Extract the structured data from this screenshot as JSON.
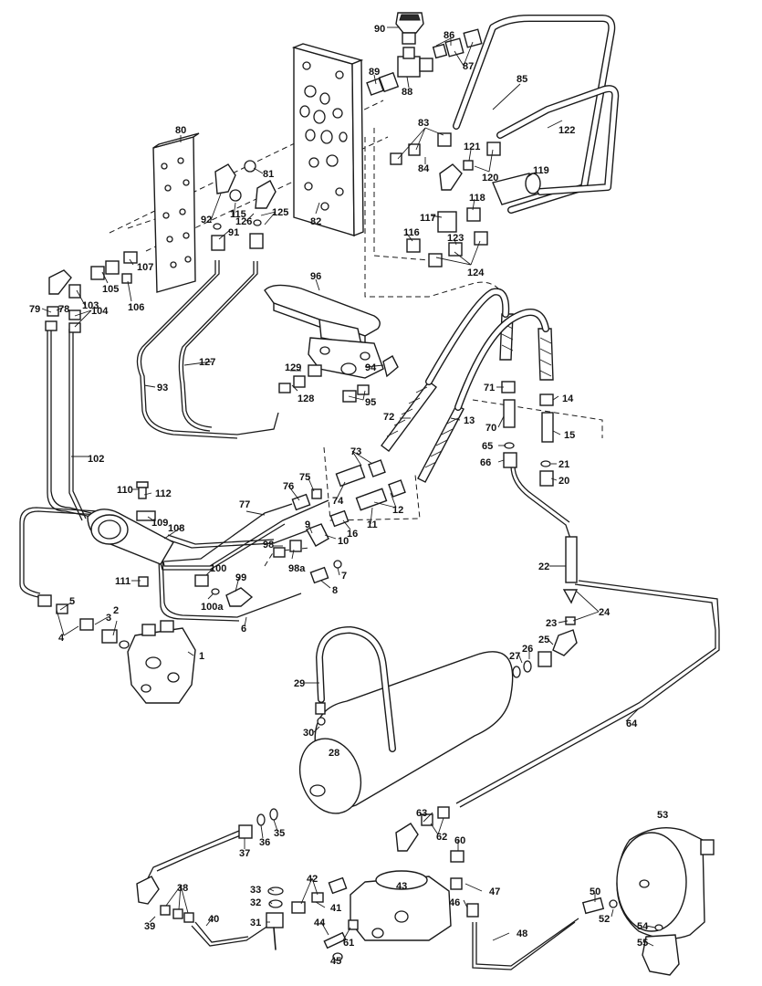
{
  "labels": [
    {
      "id": "l90",
      "text": "90"
    },
    {
      "id": "l86",
      "text": "86"
    },
    {
      "id": "l87",
      "text": "87"
    },
    {
      "id": "l89",
      "text": "89"
    },
    {
      "id": "l88",
      "text": "88"
    },
    {
      "id": "l85",
      "text": "85"
    },
    {
      "id": "l83",
      "text": "83"
    },
    {
      "id": "l84",
      "text": "84"
    },
    {
      "id": "l122",
      "text": "122"
    },
    {
      "id": "l121",
      "text": "121"
    },
    {
      "id": "l120",
      "text": "120"
    },
    {
      "id": "l119",
      "text": "119"
    },
    {
      "id": "l118",
      "text": "118"
    },
    {
      "id": "l117",
      "text": "117"
    },
    {
      "id": "l116",
      "text": "116"
    },
    {
      "id": "l123",
      "text": "123"
    },
    {
      "id": "l124",
      "text": "124"
    },
    {
      "id": "l80",
      "text": "80"
    },
    {
      "id": "l81",
      "text": "81"
    },
    {
      "id": "l82",
      "text": "82"
    },
    {
      "id": "l92",
      "text": "92"
    },
    {
      "id": "l115",
      "text": "115"
    },
    {
      "id": "l126",
      "text": "126"
    },
    {
      "id": "l125",
      "text": "125"
    },
    {
      "id": "l91",
      "text": "91"
    },
    {
      "id": "l107",
      "text": "107"
    },
    {
      "id": "l105",
      "text": "105"
    },
    {
      "id": "l106",
      "text": "106"
    },
    {
      "id": "l79",
      "text": "79"
    },
    {
      "id": "l78",
      "text": "78"
    },
    {
      "id": "l103",
      "text": "103"
    },
    {
      "id": "l104",
      "text": "104"
    },
    {
      "id": "l96",
      "text": "96"
    },
    {
      "id": "l127",
      "text": "127"
    },
    {
      "id": "l93",
      "text": "93"
    },
    {
      "id": "l129",
      "text": "129"
    },
    {
      "id": "l128",
      "text": "128"
    },
    {
      "id": "l94",
      "text": "94"
    },
    {
      "id": "l95",
      "text": "95"
    },
    {
      "id": "l71",
      "text": "71"
    },
    {
      "id": "l14",
      "text": "14"
    },
    {
      "id": "l72",
      "text": "72"
    },
    {
      "id": "l13",
      "text": "13"
    },
    {
      "id": "l70",
      "text": "70"
    },
    {
      "id": "l15",
      "text": "15"
    },
    {
      "id": "l65",
      "text": "65"
    },
    {
      "id": "l66",
      "text": "66"
    },
    {
      "id": "l21",
      "text": "21"
    },
    {
      "id": "l20",
      "text": "20"
    },
    {
      "id": "l102",
      "text": "102"
    },
    {
      "id": "l73",
      "text": "73"
    },
    {
      "id": "l76",
      "text": "76"
    },
    {
      "id": "l75",
      "text": "75"
    },
    {
      "id": "l74",
      "text": "74"
    },
    {
      "id": "l12",
      "text": "12"
    },
    {
      "id": "l110",
      "text": "110"
    },
    {
      "id": "l112",
      "text": "112"
    },
    {
      "id": "l77",
      "text": "77"
    },
    {
      "id": "l109",
      "text": "109"
    },
    {
      "id": "l108",
      "text": "108"
    },
    {
      "id": "l9",
      "text": "9"
    },
    {
      "id": "l16",
      "text": "16"
    },
    {
      "id": "l11",
      "text": "11"
    },
    {
      "id": "l10",
      "text": "10"
    },
    {
      "id": "l98",
      "text": "98"
    },
    {
      "id": "l98a",
      "text": "98a"
    },
    {
      "id": "l7",
      "text": "7"
    },
    {
      "id": "l8",
      "text": "8"
    },
    {
      "id": "l100",
      "text": "100"
    },
    {
      "id": "l99",
      "text": "99"
    },
    {
      "id": "l100a",
      "text": "100a"
    },
    {
      "id": "l111",
      "text": "111"
    },
    {
      "id": "l22",
      "text": "22"
    },
    {
      "id": "l5",
      "text": "5"
    },
    {
      "id": "l3",
      "text": "3"
    },
    {
      "id": "l4",
      "text": "4"
    },
    {
      "id": "l2",
      "text": "2"
    },
    {
      "id": "l6",
      "text": "6"
    },
    {
      "id": "l1",
      "text": "1"
    },
    {
      "id": "l24",
      "text": "24"
    },
    {
      "id": "l23",
      "text": "23"
    },
    {
      "id": "l25",
      "text": "25"
    },
    {
      "id": "l27",
      "text": "27"
    },
    {
      "id": "l26",
      "text": "26"
    },
    {
      "id": "l29",
      "text": "29"
    },
    {
      "id": "l30",
      "text": "30"
    },
    {
      "id": "l28",
      "text": "28"
    },
    {
      "id": "l64",
      "text": "64"
    },
    {
      "id": "l63",
      "text": "63"
    },
    {
      "id": "l62",
      "text": "62"
    },
    {
      "id": "l37",
      "text": "37"
    },
    {
      "id": "l36",
      "text": "36"
    },
    {
      "id": "l35",
      "text": "35"
    },
    {
      "id": "l60",
      "text": "60"
    },
    {
      "id": "l53",
      "text": "53"
    },
    {
      "id": "l38",
      "text": "38"
    },
    {
      "id": "l33",
      "text": "33"
    },
    {
      "id": "l32",
      "text": "32"
    },
    {
      "id": "l42",
      "text": "42"
    },
    {
      "id": "l43",
      "text": "43"
    },
    {
      "id": "l47",
      "text": "47"
    },
    {
      "id": "l39",
      "text": "39"
    },
    {
      "id": "l40",
      "text": "40"
    },
    {
      "id": "l41",
      "text": "41"
    },
    {
      "id": "l31",
      "text": "31"
    },
    {
      "id": "l44",
      "text": "44"
    },
    {
      "id": "l61",
      "text": "61"
    },
    {
      "id": "l46",
      "text": "46"
    },
    {
      "id": "l50",
      "text": "50"
    },
    {
      "id": "l52",
      "text": "52"
    },
    {
      "id": "l54",
      "text": "54"
    },
    {
      "id": "l48",
      "text": "48"
    },
    {
      "id": "l55",
      "text": "55"
    },
    {
      "id": "l45",
      "text": "45"
    }
  ]
}
